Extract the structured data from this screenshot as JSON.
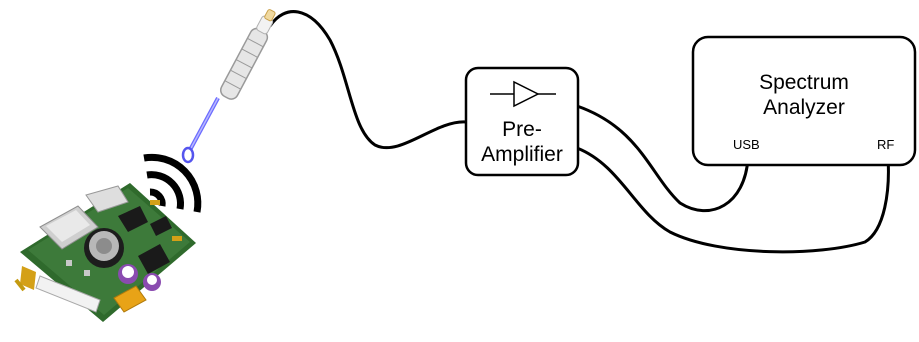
{
  "diagram": {
    "preamp": {
      "label_line1": "Pre-",
      "label_line2": "Amplifier"
    },
    "analyzer": {
      "label_line1": "Spectrum",
      "label_line2": "Analyzer",
      "port_usb": "USB",
      "port_rf": "RF"
    },
    "colors": {
      "cable": "#000000",
      "pcb_green": "#3d7a3a",
      "probe_shaft": "#6b6bff",
      "connector_gold": "#d4a017",
      "capacitor_purple": "#8a4bb0"
    },
    "icons": [
      "near-field-probe-icon",
      "wireless-signal-icon",
      "pcb-module-icon",
      "amplifier-triangle-icon"
    ]
  }
}
